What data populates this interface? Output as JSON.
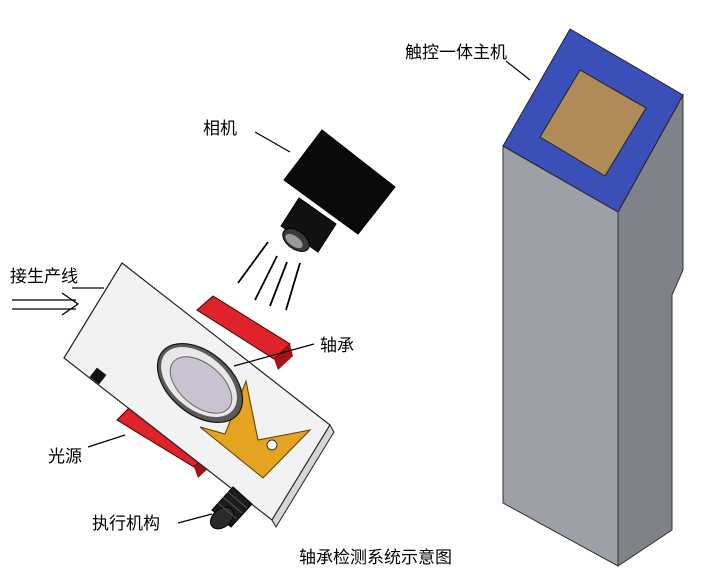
{
  "labels": {
    "kiosk": "触控一体主机",
    "camera": "相机",
    "production_line": "接生产线",
    "bearing": "轴承",
    "light_source": "光源",
    "actuator": "执行机构"
  },
  "caption": "轴承检测系统示意图",
  "colors": {
    "kiosk_body": "#9da0a6",
    "kiosk_side": "#7f8289",
    "kiosk_frame": "#3b4fb8",
    "kiosk_screen": "#b08a57",
    "camera": "#0a0a0a",
    "light_source": "#e0232a",
    "fixture": "#e4a41f",
    "bearing_ring": "#5a5a5a",
    "bearing_face": "#c9c2d0",
    "platform": "#f2f2f2"
  }
}
